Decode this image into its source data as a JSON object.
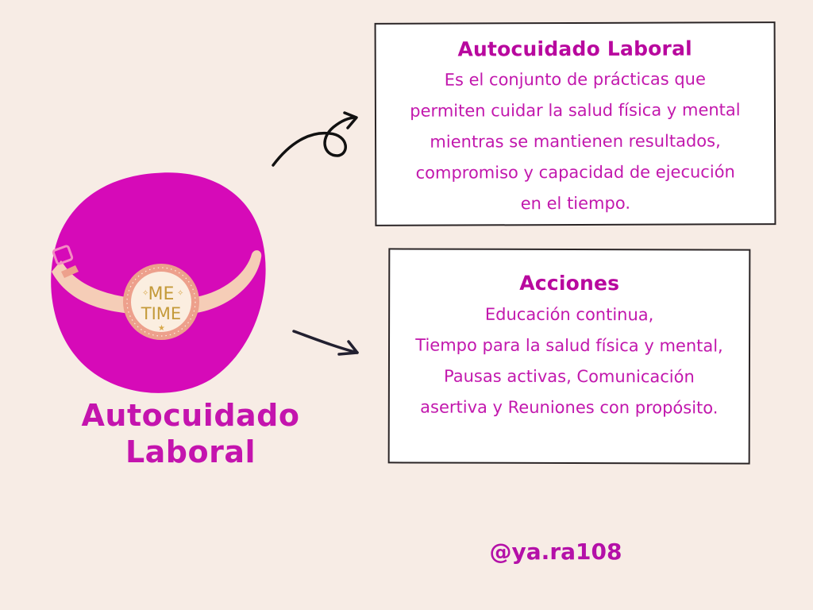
{
  "colors": {
    "background": "#f7ece5",
    "accent_magenta": "#d60ab8",
    "text_magenta": "#c218ad",
    "card_border": "#2b2526",
    "strap": "#f5cdb7",
    "watch_ring": "#eda08c",
    "watch_face": "#fbeee0",
    "watch_text": "#c49a3a"
  },
  "illustration": {
    "watch_text_line1": "ME",
    "watch_text_line2": "TIME",
    "icon": "wristwatch-me-time-icon"
  },
  "main_title": {
    "line1": "Autocuidado",
    "line2": "Laboral"
  },
  "definition_card": {
    "title": "Autocuidado Laboral",
    "lines": [
      "Es el conjunto de prácticas que",
      "permiten cuidar la salud física y mental",
      "mientras se mantienen resultados,",
      "compromiso y capacidad de ejecución",
      "en el tiempo."
    ]
  },
  "actions_card": {
    "title": "Acciones",
    "lines": [
      "Educación continua,",
      "Tiempo para la salud física y mental,",
      "Pausas activas, Comunicación",
      "asertiva y Reuniones con propósito."
    ]
  },
  "arrows": {
    "top": "curly-arrow-icon",
    "bottom": "curved-arrow-icon"
  },
  "footer": {
    "handle": "@ya.ra108"
  }
}
